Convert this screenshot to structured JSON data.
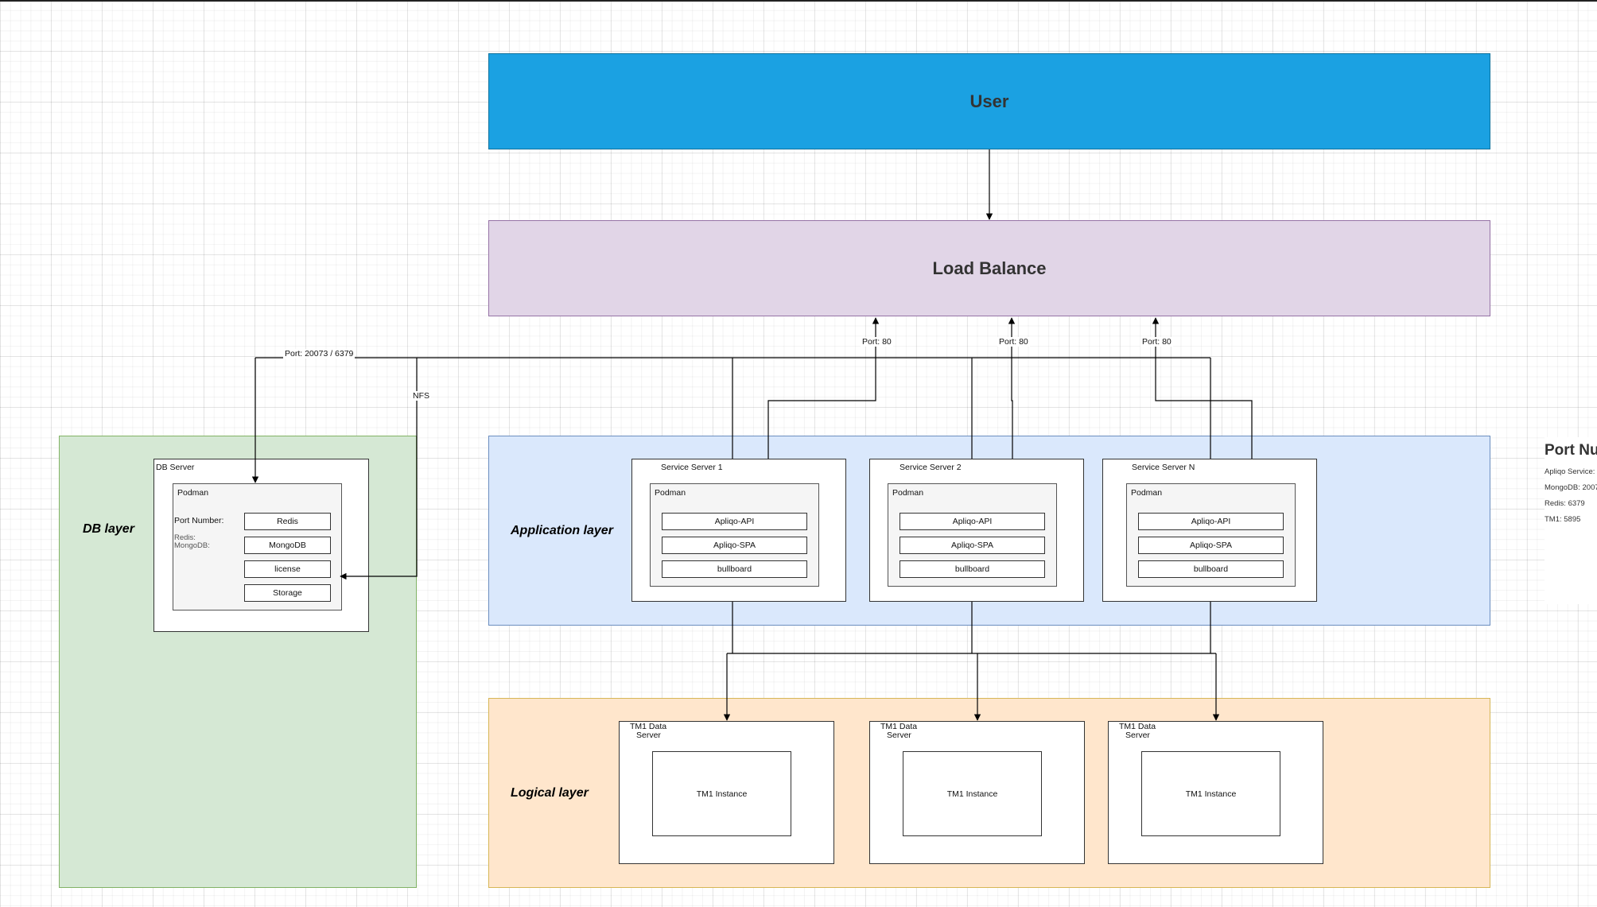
{
  "user": {
    "title": "User",
    "color": "#1ba1e2"
  },
  "load_balance": {
    "title": "Load Balance",
    "color": "#e1d5e7"
  },
  "layers": {
    "db": "DB layer",
    "application": "Application layer",
    "logical": "Logical layer"
  },
  "db_server": {
    "title": "DB Server",
    "podman": "Podman",
    "port_number_label": "Port Number:",
    "port_lines": [
      "Redis:",
      "MongoDB:"
    ],
    "items": [
      "Redis",
      "MongoDB",
      "license",
      "Storage"
    ]
  },
  "service_servers": [
    {
      "title": "Service Server 1",
      "podman": "Podman",
      "items": [
        "Apliqo-API",
        "Apliqo-SPA",
        "bullboard"
      ]
    },
    {
      "title": "Service Server 2",
      "podman": "Podman",
      "items": [
        "Apliqo-API",
        "Apliqo-SPA",
        "bullboard"
      ]
    },
    {
      "title": "Service Server N",
      "podman": "Podman",
      "items": [
        "Apliqo-API",
        "Apliqo-SPA",
        "bullboard"
      ]
    }
  ],
  "tm1_servers": [
    {
      "title_line1": "TM1 Data",
      "title_line2": "Server",
      "instance": "TM1 Instance"
    },
    {
      "title_line1": "TM1 Data",
      "title_line2": "Server",
      "instance": "TM1 Instance"
    },
    {
      "title_line1": "TM1 Data",
      "title_line2": "Server",
      "instance": "TM1 Instance"
    }
  ],
  "connectors": {
    "db_port": "Port: 20073 / 6379",
    "nfs": "NFS",
    "port_80_labels": [
      "Port: 80",
      "Port: 80",
      "Port: 80"
    ]
  },
  "side_panel": {
    "title": "Port Nu",
    "lines": [
      "Apliqo Service:",
      "MongoDB: 2007",
      "Redis: 6379",
      "TM1: 5895"
    ]
  },
  "colors": {
    "db_layer": "#d5e8d4",
    "application_layer": "#dae8fc",
    "logical_layer": "#ffe6cc"
  }
}
